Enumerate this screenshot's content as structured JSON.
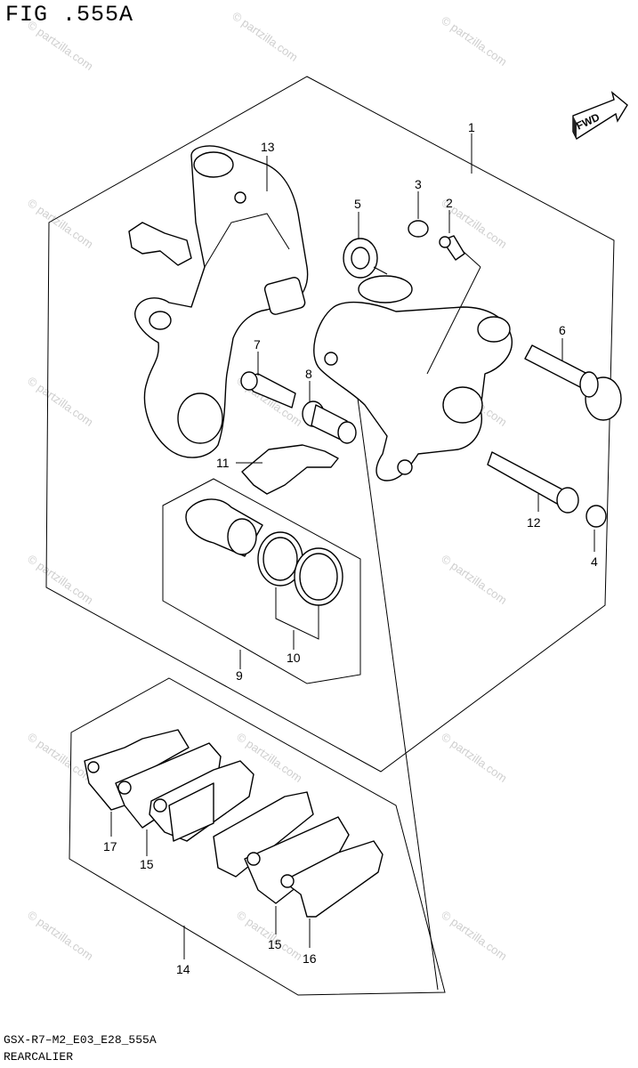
{
  "figure": {
    "title": "FIG .555A",
    "footer_code": "GSX-R7–M2_E03_E28_555A",
    "footer_name": "REARCALIER",
    "fwd_label": "FWD",
    "watermark": "© partzilla.com"
  },
  "callouts": [
    {
      "id": "c1",
      "text": "1"
    },
    {
      "id": "c2",
      "text": "2"
    },
    {
      "id": "c3",
      "text": "3"
    },
    {
      "id": "c4",
      "text": "4"
    },
    {
      "id": "c5",
      "text": "5"
    },
    {
      "id": "c6",
      "text": "6"
    },
    {
      "id": "c7",
      "text": "7"
    },
    {
      "id": "c8",
      "text": "8"
    },
    {
      "id": "c9",
      "text": "9"
    },
    {
      "id": "c10",
      "text": "10"
    },
    {
      "id": "c11",
      "text": "11"
    },
    {
      "id": "c12",
      "text": "12"
    },
    {
      "id": "c13",
      "text": "13"
    },
    {
      "id": "c14",
      "text": "14"
    },
    {
      "id": "c15a",
      "text": "15"
    },
    {
      "id": "c15b",
      "text": "15"
    },
    {
      "id": "c16",
      "text": "16"
    },
    {
      "id": "c17",
      "text": "17"
    }
  ]
}
